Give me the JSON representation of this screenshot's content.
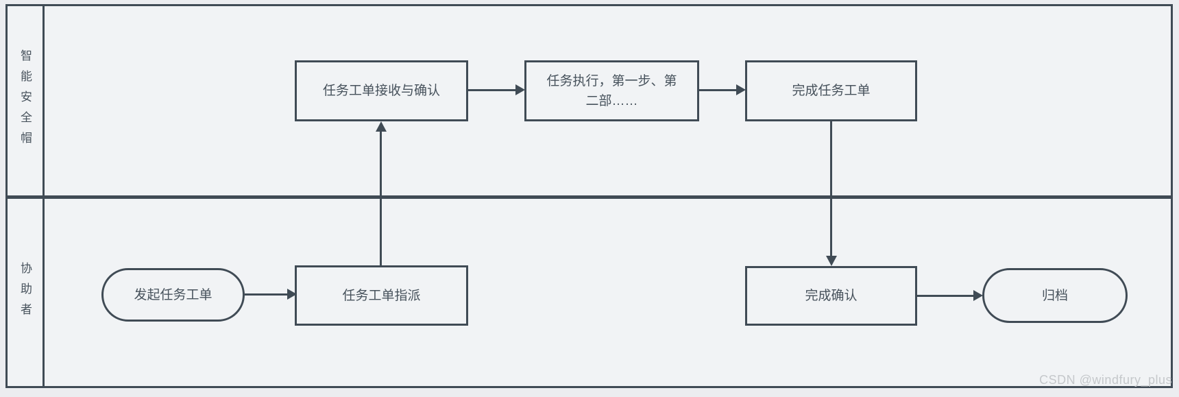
{
  "page": {
    "watermark": "CSDN @windfury_plus",
    "background": "#ecedf0"
  },
  "colors": {
    "stroke": "#404b55",
    "lane_background": "#f1f3f5",
    "text": "#47525c",
    "watermark_text": "#c5c8cb"
  },
  "diagram": {
    "type": "swimlane-flowchart",
    "lanes": [
      {
        "label": "智能安全帽"
      },
      {
        "label": "协助者"
      }
    ],
    "nodes": [
      {
        "id": "receive-confirm",
        "lane": "智能安全帽",
        "shape": "process-rect",
        "label": "任务工单接收与确认"
      },
      {
        "id": "execute-steps",
        "lane": "智能安全帽",
        "shape": "process-rect",
        "label": "任务执行，第一步、第二部……"
      },
      {
        "id": "finish-ticket",
        "lane": "智能安全帽",
        "shape": "process-rect",
        "label": "完成任务工单"
      },
      {
        "id": "initiate-ticket",
        "lane": "协助者",
        "shape": "terminator-rounded",
        "label": "发起任务工单"
      },
      {
        "id": "assign-ticket",
        "lane": "协助者",
        "shape": "process-rect",
        "label": "任务工单指派"
      },
      {
        "id": "confirm-finish",
        "lane": "协助者",
        "shape": "process-rect",
        "label": "完成确认"
      },
      {
        "id": "archive",
        "lane": "协助者",
        "shape": "terminator-rounded",
        "label": "归档"
      }
    ],
    "edges": [
      {
        "from": "initiate-ticket",
        "to": "assign-ticket",
        "direction": "right"
      },
      {
        "from": "assign-ticket",
        "to": "receive-confirm",
        "direction": "up"
      },
      {
        "from": "receive-confirm",
        "to": "execute-steps",
        "direction": "right"
      },
      {
        "from": "execute-steps",
        "to": "finish-ticket",
        "direction": "right"
      },
      {
        "from": "finish-ticket",
        "to": "confirm-finish",
        "direction": "down"
      },
      {
        "from": "confirm-finish",
        "to": "archive",
        "direction": "right"
      }
    ]
  }
}
